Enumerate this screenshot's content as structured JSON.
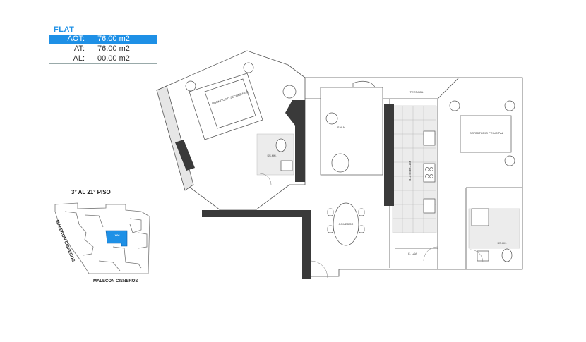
{
  "header": {
    "title": "FLAT",
    "rows": [
      {
        "label": "AOT:",
        "value": "76.00  m2",
        "highlight": true
      },
      {
        "label": "AT:",
        "value": "76.00  m2",
        "highlight": false
      },
      {
        "label": "AL:",
        "value": "00.00  m2",
        "highlight": false
      }
    ]
  },
  "key_plan": {
    "floor_range": "3° AL 21° PISO",
    "unit_code": "X06",
    "street_left": "MALECON CISNEROS",
    "street_bottom": "MALECON CISNEROS",
    "highlight_color": "#1e90e6"
  },
  "rooms": {
    "secondary_bedroom": "DORMITORIO SECUNDARIO",
    "bath_1": "SS.HH.",
    "living": "SALA",
    "terrace": "TERRAZA",
    "kitchenette": "KITCHENETTE",
    "main_bedroom": "DORMITORIO PRINCIPAL",
    "dining": "COMEDOR",
    "laundry": "C. LAV",
    "bath_2": "SS.HH."
  },
  "colors": {
    "accent": "#1e90e6",
    "wall": "#3a3a3a"
  }
}
